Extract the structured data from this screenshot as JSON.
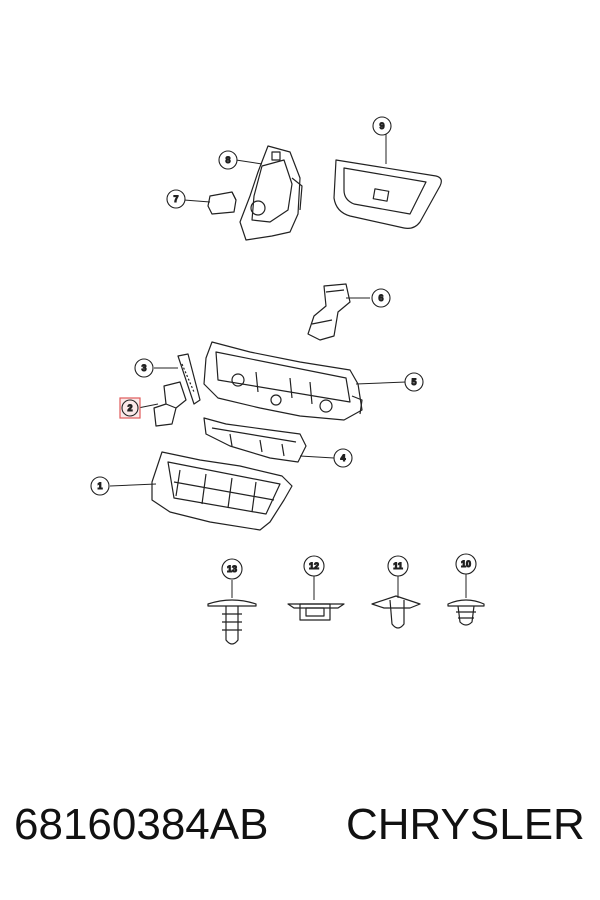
{
  "callouts": {
    "c1": "1",
    "c2": "2",
    "c3": "3",
    "c4": "4",
    "c5": "5",
    "c6": "6",
    "c7": "7",
    "c8": "8",
    "c9": "9",
    "c10": "10",
    "c11": "11",
    "c12": "12",
    "c13": "13"
  },
  "highlighted_callout": "2",
  "highlight_color": "#e05a5a",
  "caption": {
    "part_number": "68160384AB",
    "brand": "CHRYSLER"
  }
}
